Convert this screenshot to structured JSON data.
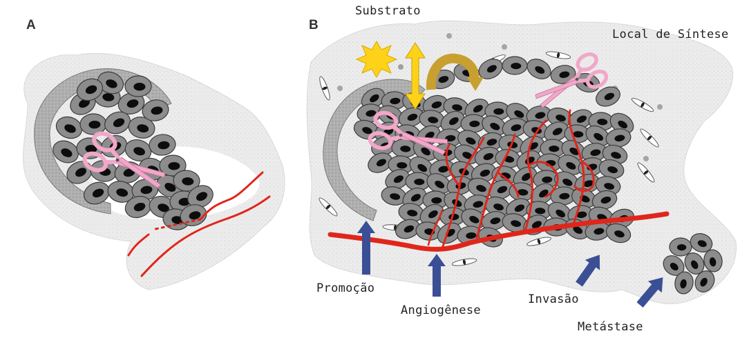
{
  "panels": [
    {
      "letter": "A"
    },
    {
      "letter": "B"
    }
  ],
  "labels": {
    "substrate": "Substrato",
    "synthesis_site": "Local de Síntese",
    "promotion": "Promoção",
    "angiogenesis": "Angiogênese",
    "invasion": "Invasão",
    "metastasis": "Metástase"
  },
  "colors": {
    "stroma": "#e6e6e6",
    "cell_body": "#8c8c8c",
    "nucleus": "#0d0d0d",
    "vessel": "#e0261b",
    "arrow": "#3a4f95",
    "scissors": "#f2a7c8",
    "substrate": "#ffd21a",
    "recycle_arrow": "#c8a030",
    "basement_membrane": "#a8a8a8"
  },
  "icons": [
    "scissors-icon",
    "starburst-icon",
    "curved-arrow-icon",
    "vertical-double-arrow-icon",
    "fibroblast-icon"
  ]
}
